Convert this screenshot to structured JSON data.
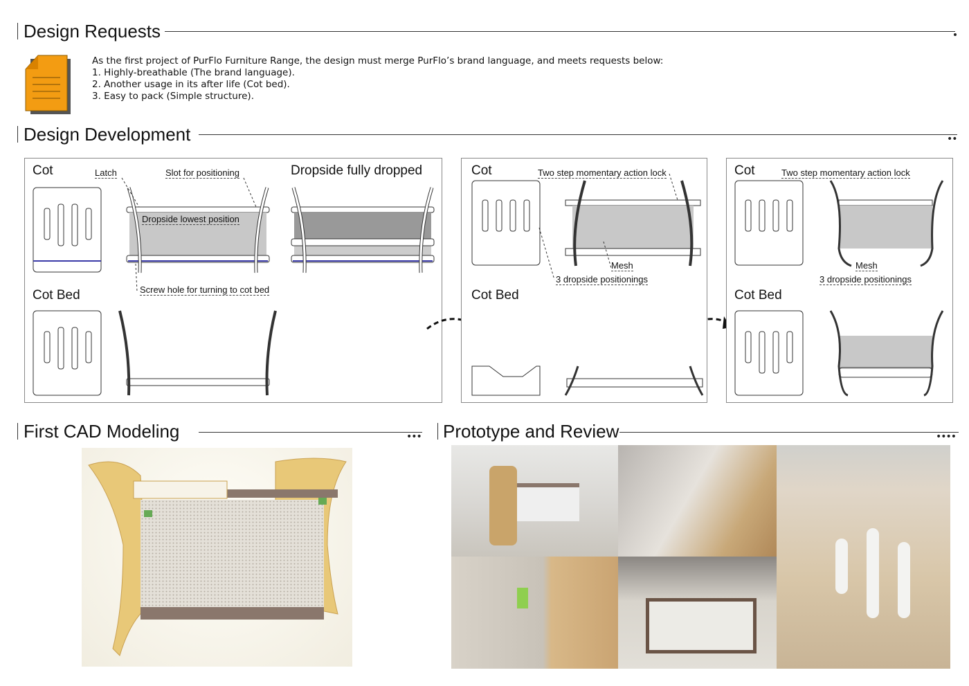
{
  "sections": {
    "requests": "Design Requests",
    "development": "Design Development",
    "cad": "First CAD Modeling",
    "prototype": "Prototype and Review"
  },
  "requests": {
    "intro": "As the first project of PurFlo Furniture Range, the design must merge PurFlo’s brand language, and meets requests below:",
    "items": [
      "1. Highly-breathable (The brand language).",
      "2. Another usage in its after life (Cot bed).",
      "3. Easy to pack (Simple structure)."
    ]
  },
  "development": {
    "panel1": {
      "cot": "Cot",
      "cot_bed": "Cot Bed",
      "latch": "Latch",
      "slot": "Slot for positioning",
      "lowest": "Dropside lowest position",
      "dropped": "Dropside fully dropped",
      "screw": "Screw hole for turning to cot bed"
    },
    "panel2": {
      "cot": "Cot",
      "cot_bed": "Cot Bed",
      "lock": "Two step momentary action lock",
      "mesh": "Mesh",
      "positions": "3 dropside positionings"
    },
    "panel3": {
      "cot": "Cot",
      "cot_bed": "Cot Bed",
      "lock": "Two step momentary action lock",
      "mesh": "Mesh",
      "positions": "3 dropside positionings"
    }
  },
  "colors": {
    "icon": "#f39c12",
    "mesh": "#c8c8c8",
    "accent_blue": "#3a3aa8"
  }
}
